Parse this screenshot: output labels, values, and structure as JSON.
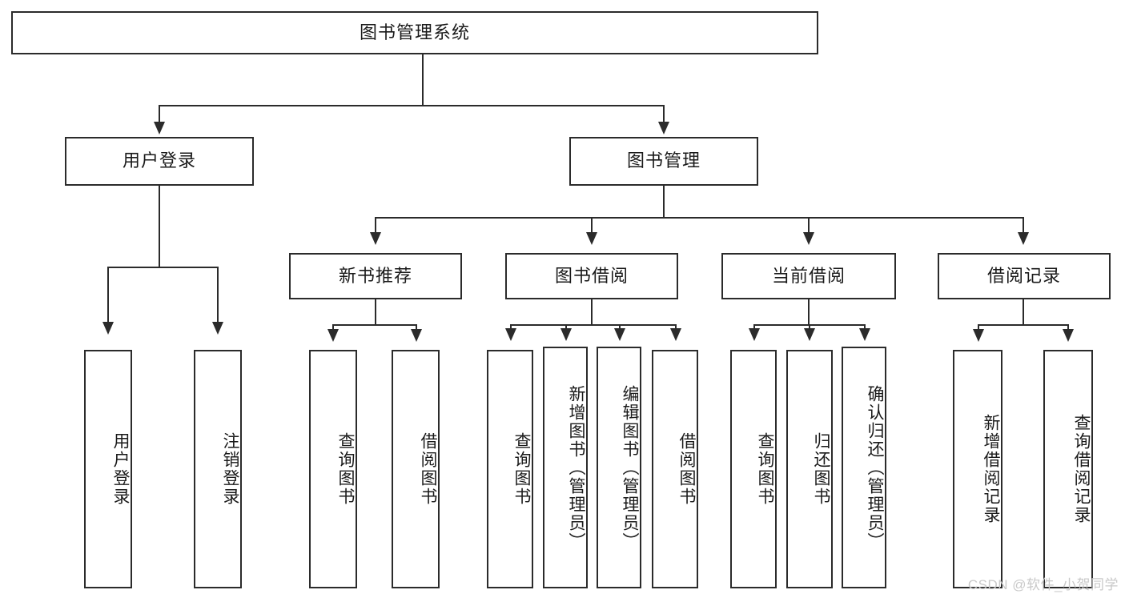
{
  "diagram": {
    "type": "tree-hierarchy-chart",
    "title": "图书管理系统",
    "root": {
      "label": "图书管理系统"
    },
    "level2": [
      {
        "label": "用户登录"
      },
      {
        "label": "图书管理"
      }
    ],
    "level3": [
      {
        "label": "新书推荐"
      },
      {
        "label": "图书借阅"
      },
      {
        "label": "当前借阅"
      },
      {
        "label": "借阅记录"
      }
    ],
    "leaves": {
      "user_login": [
        {
          "label": "用户登录"
        },
        {
          "label": "注销登录"
        }
      ],
      "new_book_recommend": [
        {
          "label": "查询图书"
        },
        {
          "label": "借阅图书"
        }
      ],
      "book_borrow": [
        {
          "label": "查询图书"
        },
        {
          "label": "新增图书（管理员）"
        },
        {
          "label": "编辑图书（管理员）"
        },
        {
          "label": "借阅图书"
        }
      ],
      "current_borrow": [
        {
          "label": "查询图书"
        },
        {
          "label": "归还图书"
        },
        {
          "label": "确认归还（管理员）"
        }
      ],
      "borrow_record": [
        {
          "label": "新增借阅记录"
        },
        {
          "label": "查询借阅记录"
        }
      ]
    },
    "watermark": "CSDN @软件_小贺同学",
    "colors": {
      "stroke": "#2b2b2b",
      "fill": "#ffffff",
      "text": "#1a1a1a",
      "watermark": "#c9c9c9"
    }
  }
}
